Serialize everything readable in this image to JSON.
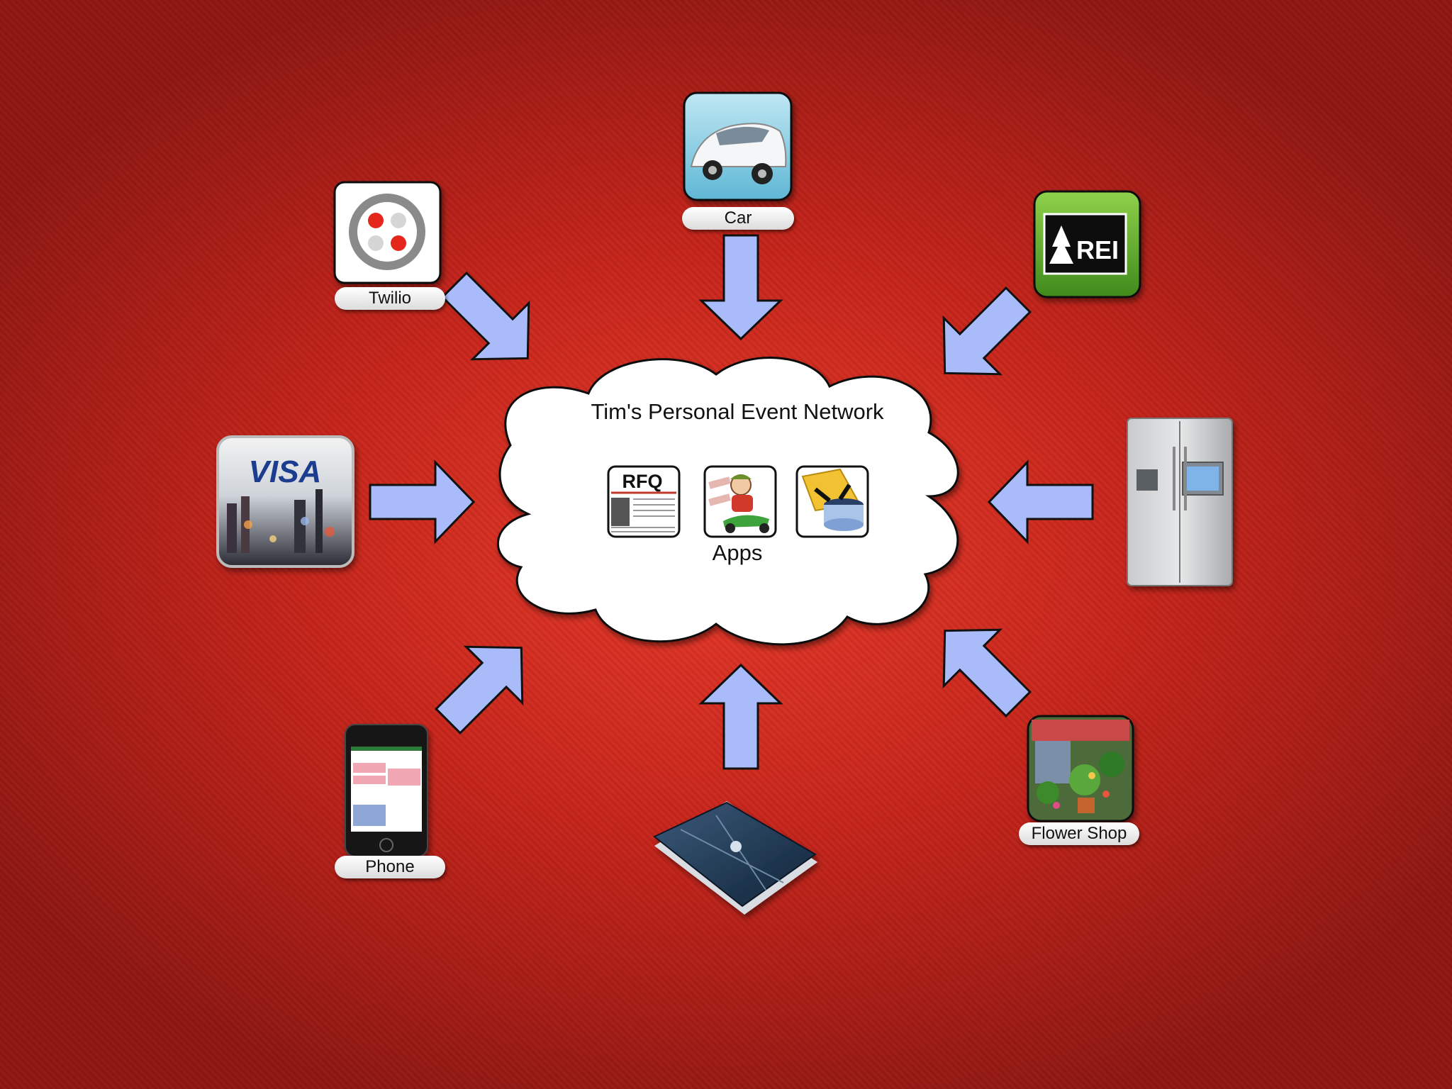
{
  "network": {
    "title": "Tim's Personal Event Network",
    "apps_label": "Apps",
    "apps": [
      {
        "name": "RFQ",
        "icon": "rfq-newspaper-icon"
      },
      {
        "name": "",
        "icon": "pizza-delivery-icon"
      },
      {
        "name": "",
        "icon": "scale-tracker-icon"
      }
    ]
  },
  "sources": [
    {
      "label": "Car",
      "icon": "car-icon"
    },
    {
      "label": "",
      "icon": "rei-logo-icon"
    },
    {
      "label": "",
      "icon": "refrigerator-icon"
    },
    {
      "label": "Flower Shop",
      "icon": "flower-shop-icon"
    },
    {
      "label": "",
      "icon": "bathroom-scale-icon"
    },
    {
      "label": "Phone",
      "icon": "phone-calendar-icon"
    },
    {
      "label": "",
      "icon": "visa-card-icon",
      "brand": "VISA"
    },
    {
      "label": "Twilio",
      "icon": "twilio-logo-icon"
    }
  ],
  "brand_text": {
    "rfq": "RFQ",
    "visa": "VISA",
    "rei": "REI"
  },
  "colors": {
    "background": "#c5241a",
    "arrow_fill": "#a9bcf9",
    "cloud_fill": "#ffffff"
  }
}
